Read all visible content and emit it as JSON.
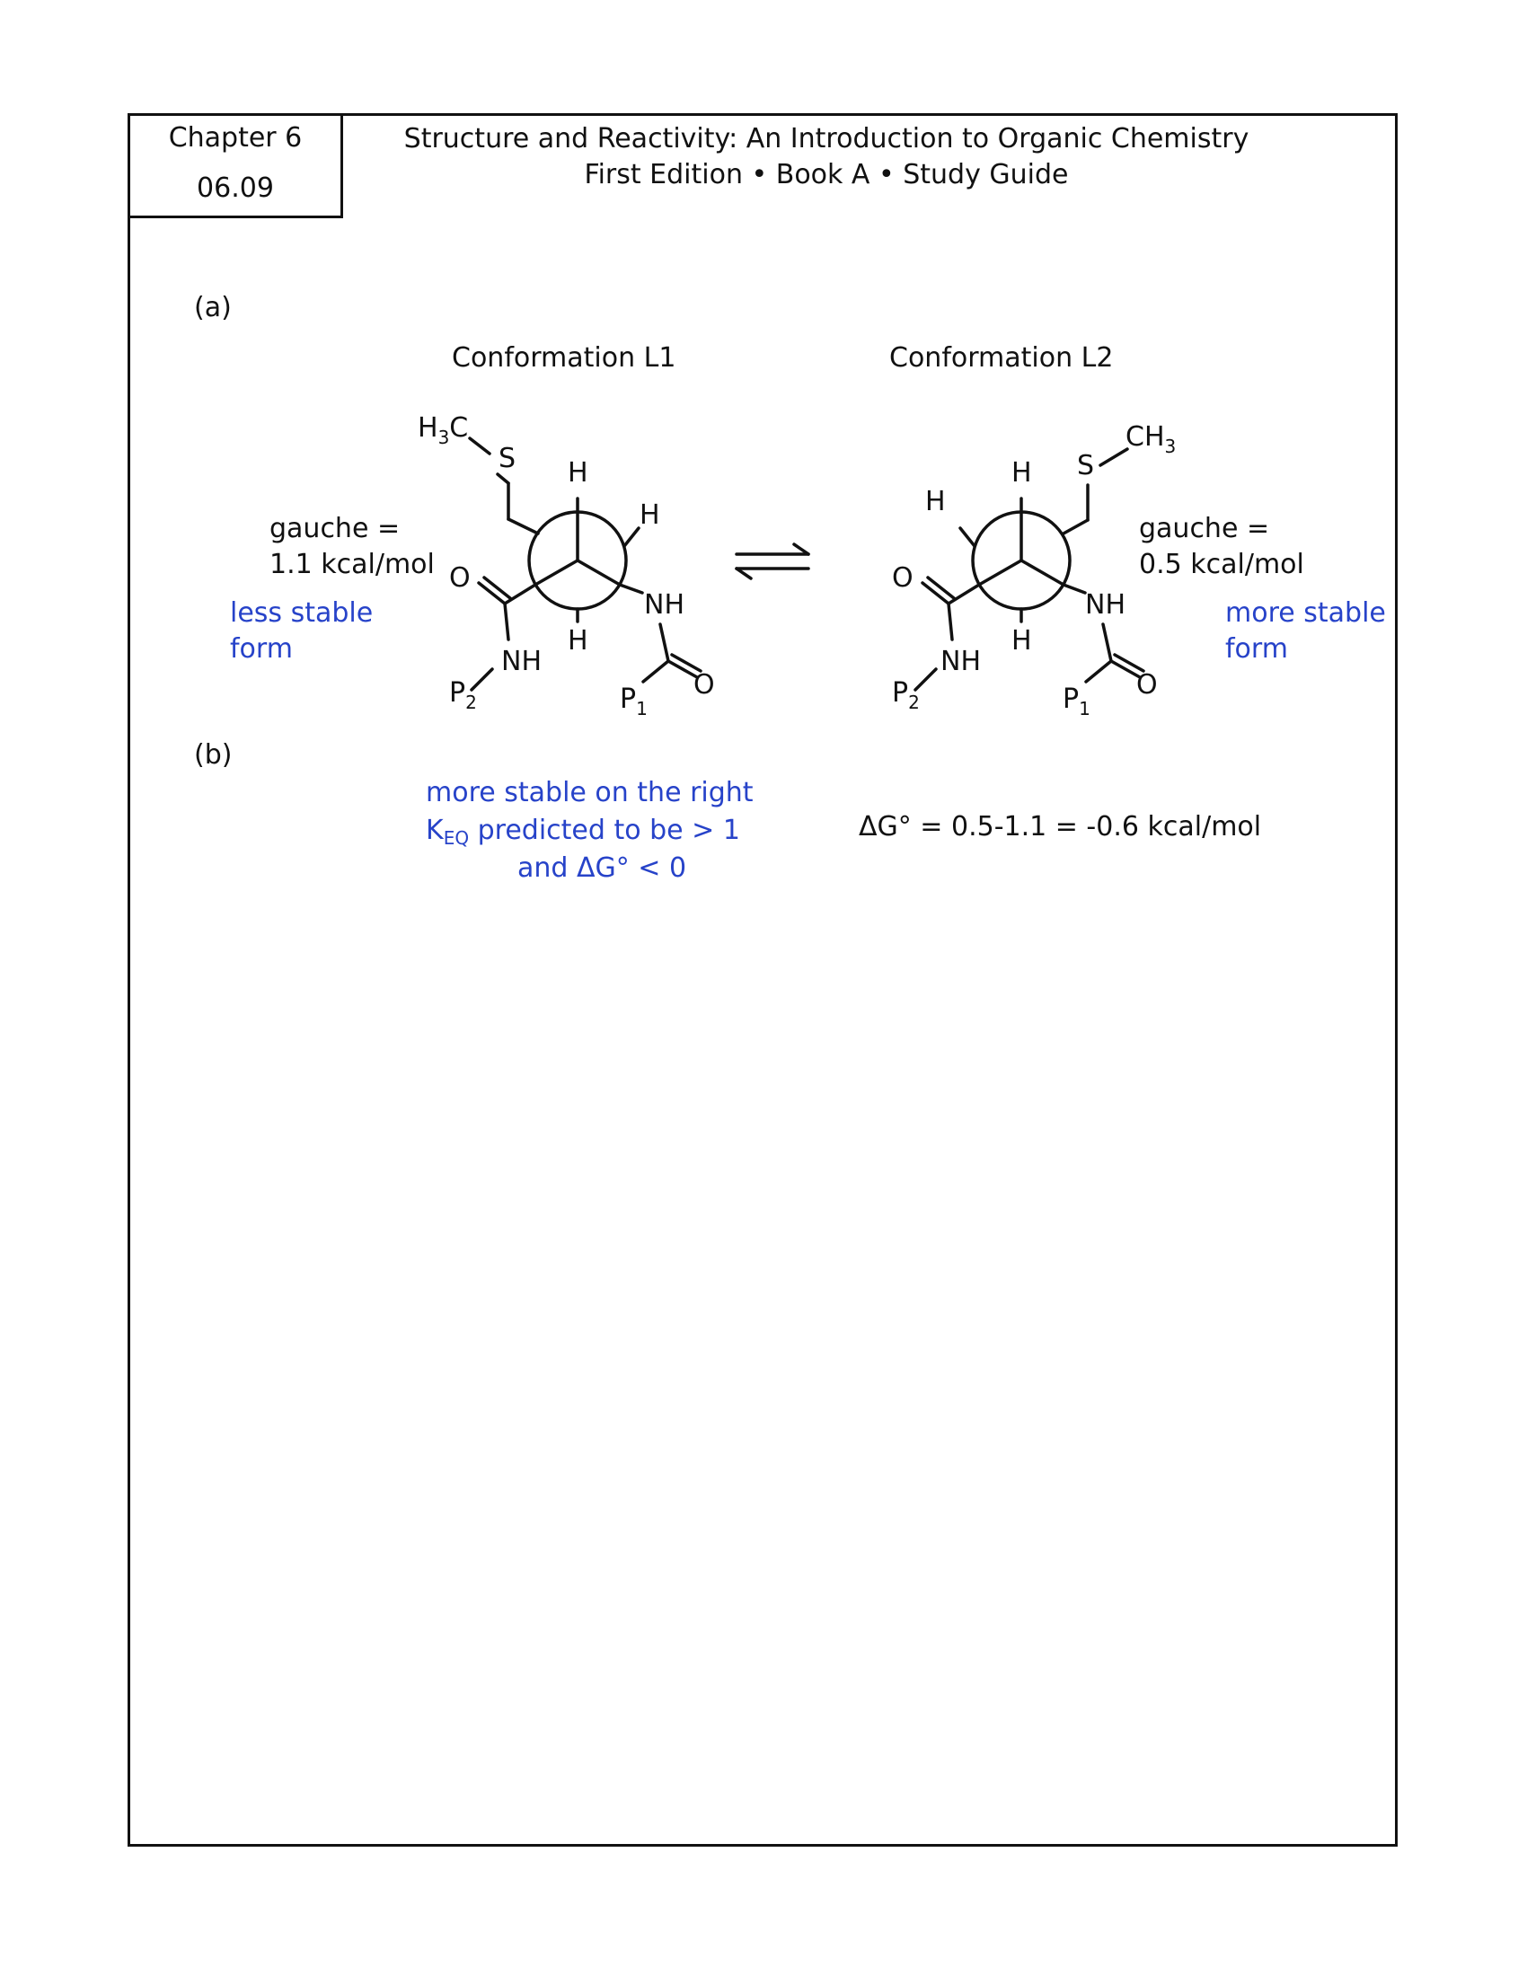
{
  "header": {
    "chapter": "Chapter 6",
    "section": "06.09",
    "title_line1": "Structure and Reactivity: An Introduction to Organic Chemistry",
    "title_line2": "First Edition • Book A • Study Guide"
  },
  "part_a": {
    "label": "(a)",
    "left": {
      "title": "Conformation L1",
      "gauche_label": "gauche =",
      "gauche_value": "1.1 kcal/mol",
      "note_line1": "less stable",
      "note_line2": "form",
      "atoms": {
        "h3c": "H",
        "h3c_sub": "3",
        "h3c_c": "C",
        "s": "S",
        "h_top": "H",
        "h_right": "H",
        "h_bottom": "H",
        "o_left": "O",
        "nh_right": "NH",
        "nh_bottom": "NH",
        "p2": "P",
        "p2_sub": "2",
        "p1": "P",
        "p1_sub": "1",
        "o_right": "O"
      }
    },
    "right": {
      "title": "Conformation L2",
      "gauche_label": "gauche =",
      "gauche_value": "0.5 kcal/mol",
      "note_line1": "more stable",
      "note_line2": "form",
      "atoms": {
        "ch3_c": "CH",
        "ch3_sub": "3",
        "s": "S",
        "h_top": "H",
        "h_left": "H",
        "h_bottom": "H",
        "o_left": "O",
        "nh_right": "NH",
        "nh_bottom": "NH",
        "p2": "P",
        "p2_sub": "2",
        "p1": "P",
        "p1_sub": "1",
        "o_right": "O"
      }
    }
  },
  "part_b": {
    "label": "(b)",
    "line1": "more stable on the right",
    "keq_k": "K",
    "keq_sub": "EQ",
    "keq_rest": " predicted to be > 1",
    "line3": "and ΔG° < 0",
    "delta_g": "ΔG° = 0.5-1.1 = -0.6 kcal/mol"
  }
}
